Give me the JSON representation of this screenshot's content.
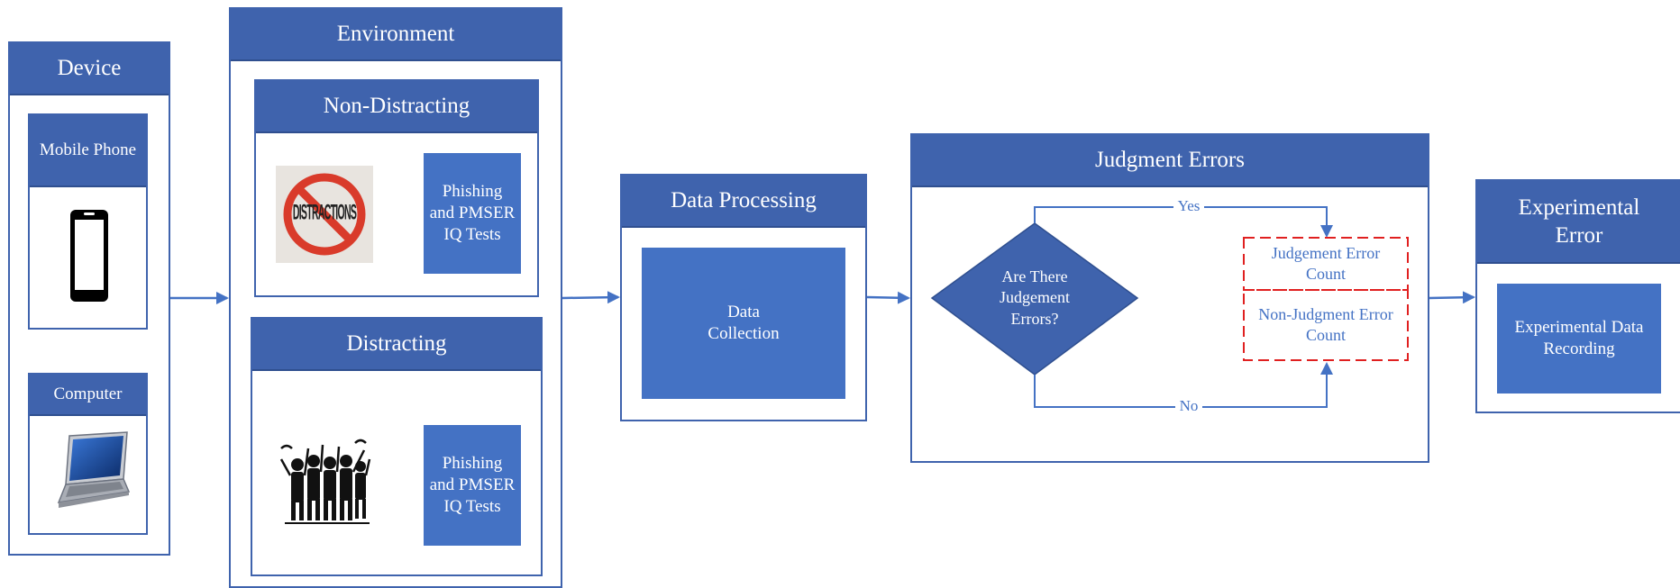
{
  "device": {
    "title": "Device",
    "mobile_label": "Mobile Phone",
    "computer_label": "Computer"
  },
  "environment": {
    "title": "Environment",
    "non_distracting": {
      "title": "Non-Distracting",
      "image_text": "DISTRACTIONS",
      "tests_label": "Phishing and PMSER IQ Tests"
    },
    "distracting": {
      "title": "Distracting",
      "tests_label": "Phishing and PMSER IQ Tests"
    }
  },
  "data_processing": {
    "title": "Data Processing",
    "inner_label": "Data Collection"
  },
  "judgment_errors": {
    "title": "Judgment Errors",
    "decision": "Are There Judgement Errors?",
    "yes_label": "Yes",
    "no_label": "No",
    "judgement_count": "Judgement Error Count",
    "non_judgment_count": "Non-Judgment Error Count"
  },
  "experimental_error": {
    "title": "Experimental Error",
    "inner_label": "Experimental Data Recording"
  },
  "colors": {
    "header": "#3f63ad",
    "fill": "#4472c4",
    "dashed": "#e02020"
  }
}
